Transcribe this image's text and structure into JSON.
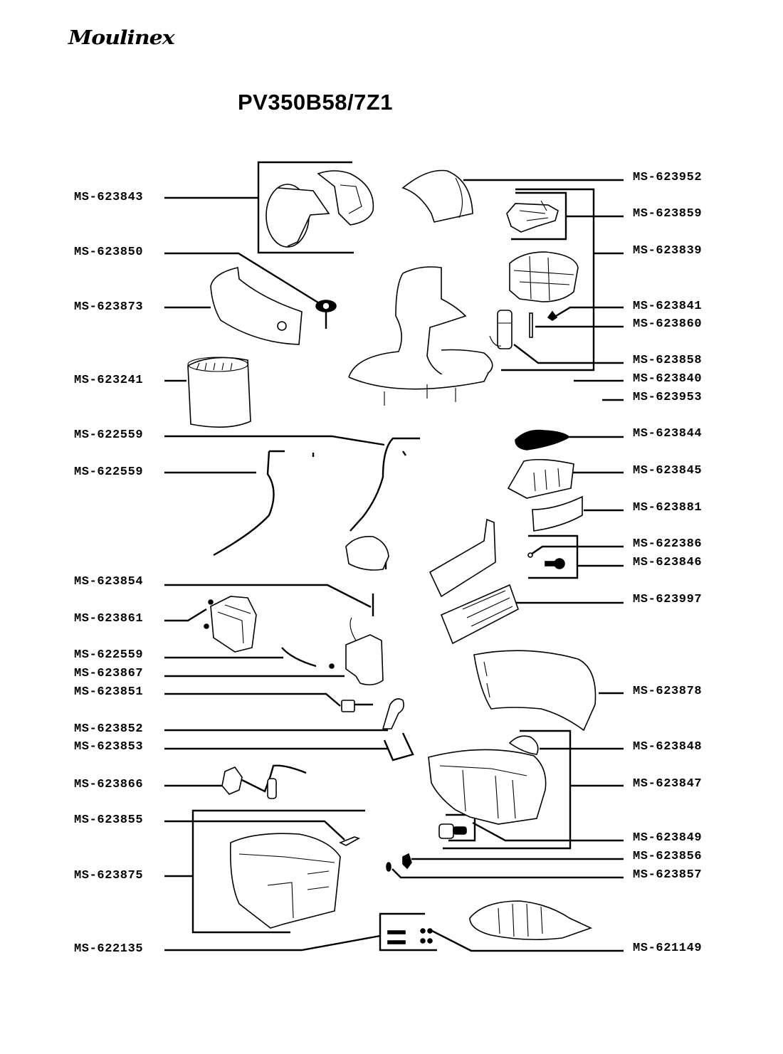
{
  "header": {
    "brand": "Moulinex",
    "model": "PV350B58/7Z1"
  },
  "labels_left": [
    {
      "id": "MS-623843"
    },
    {
      "id": "MS-623850"
    },
    {
      "id": "MS-623873"
    },
    {
      "id": "MS-623241"
    },
    {
      "id": "MS-622559"
    },
    {
      "id": "MS-622559"
    },
    {
      "id": "MS-623854"
    },
    {
      "id": "MS-623861"
    },
    {
      "id": "MS-622559"
    },
    {
      "id": "MS-623867"
    },
    {
      "id": "MS-623851"
    },
    {
      "id": "MS-623852"
    },
    {
      "id": "MS-623853"
    },
    {
      "id": "MS-623866"
    },
    {
      "id": "MS-623855"
    },
    {
      "id": "MS-623875"
    },
    {
      "id": "MS-622135"
    }
  ],
  "labels_right": [
    {
      "id": "MS-623952"
    },
    {
      "id": "MS-623859"
    },
    {
      "id": "MS-623839"
    },
    {
      "id": "MS-623841"
    },
    {
      "id": "MS-623860"
    },
    {
      "id": "MS-623858"
    },
    {
      "id": "MS-623840"
    },
    {
      "id": "MS-623953"
    },
    {
      "id": "MS-623844"
    },
    {
      "id": "MS-623845"
    },
    {
      "id": "MS-623881"
    },
    {
      "id": "MS-622386"
    },
    {
      "id": "MS-623846"
    },
    {
      "id": "MS-623997"
    },
    {
      "id": "MS-623878"
    },
    {
      "id": "MS-623848"
    },
    {
      "id": "MS-623847"
    },
    {
      "id": "MS-623849"
    },
    {
      "id": "MS-623856"
    },
    {
      "id": "MS-623857"
    },
    {
      "id": "MS-621149"
    }
  ]
}
